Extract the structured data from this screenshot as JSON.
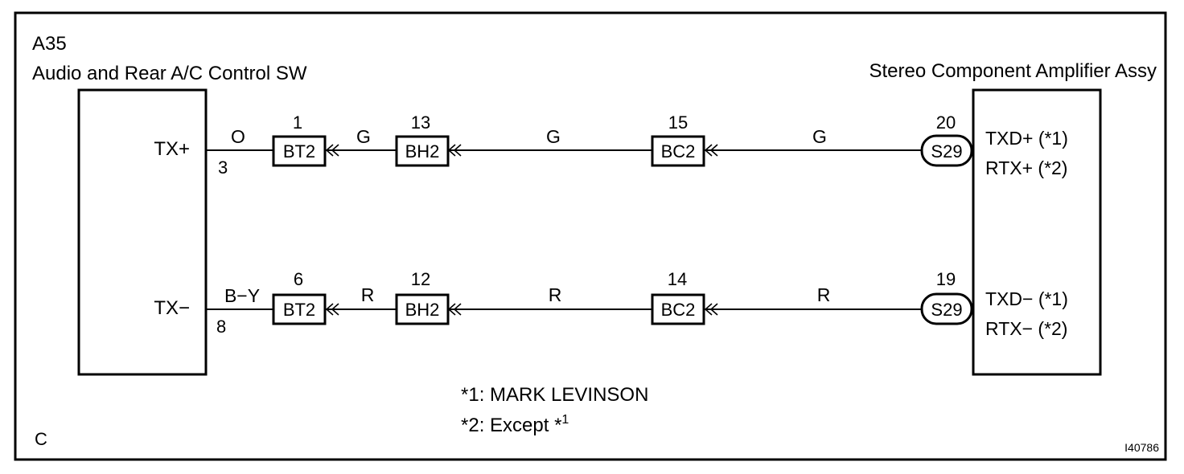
{
  "left_component": {
    "code": "A35",
    "name": "Audio and Rear A/C Control SW",
    "pins": [
      {
        "label": "TX+",
        "pin": "3"
      },
      {
        "label": "TX−",
        "pin": "8"
      }
    ]
  },
  "right_component": {
    "name": "Stereo Component Amplifier Assy",
    "pins": [
      {
        "pin": "20",
        "line1": "TXD+ (*1)",
        "line2": "RTX+ (*2)"
      },
      {
        "pin": "19",
        "line1": "TXD− (*1)",
        "line2": "RTX− (*2)"
      }
    ]
  },
  "circuits": [
    {
      "wire_colors": [
        "O",
        "G",
        "G",
        "G"
      ],
      "connectors": [
        {
          "name": "BT2",
          "pin": "1"
        },
        {
          "name": "BH2",
          "pin": "13"
        },
        {
          "name": "BC2",
          "pin": "15"
        }
      ],
      "end_connector": "S29"
    },
    {
      "wire_colors": [
        "B−Y",
        "R",
        "R",
        "R"
      ],
      "connectors": [
        {
          "name": "BT2",
          "pin": "6"
        },
        {
          "name": "BH2",
          "pin": "12"
        },
        {
          "name": "BC2",
          "pin": "14"
        }
      ],
      "end_connector": "S29"
    }
  ],
  "notes": {
    "note1": "*1: MARK LEVINSON",
    "note2_text": "*2: Except *",
    "note2_sup": "1"
  },
  "corner_label": "C",
  "figure_id": "I40786"
}
